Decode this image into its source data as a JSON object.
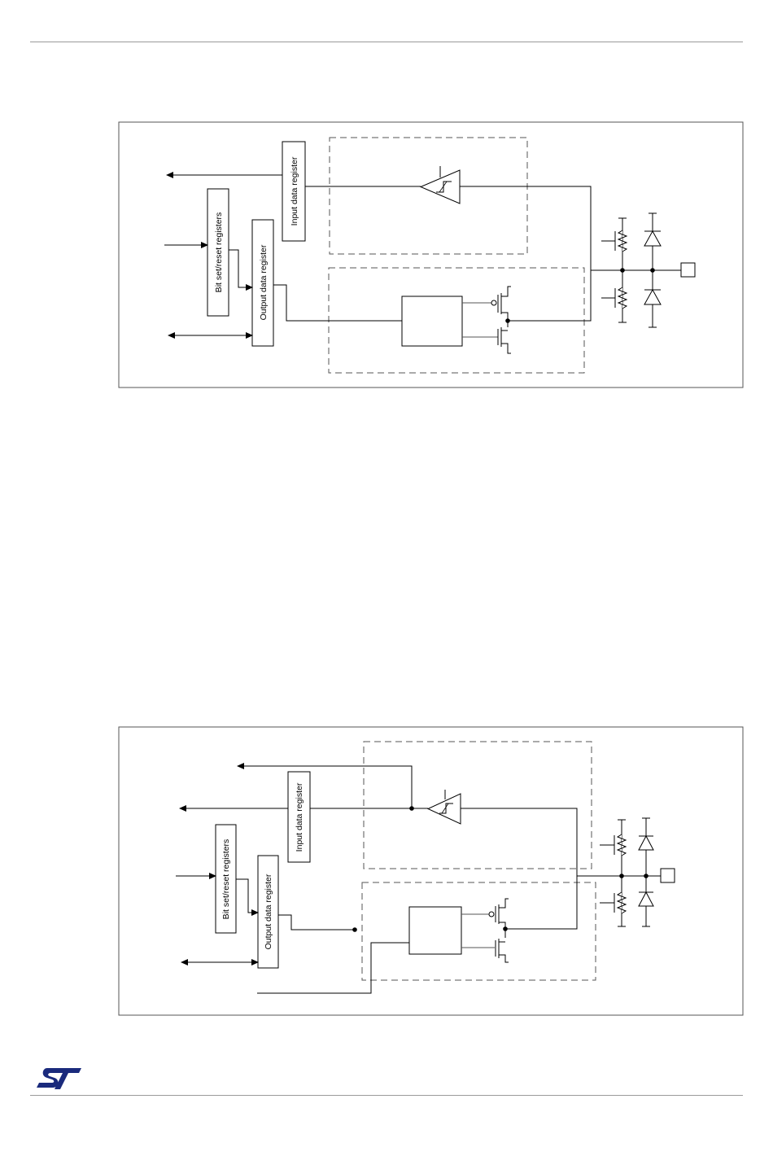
{
  "colors": {
    "rule": "#9a9a9a",
    "frame": "#555555",
    "dash": "#555555",
    "line": "#000000",
    "logo": "#1a2a7c"
  },
  "diagram1": {
    "labels": {
      "input_register": "Input data register",
      "bitset_register": "Bit set/reset registers",
      "output_register": "Output data register"
    }
  },
  "diagram2": {
    "labels": {
      "input_register": "Input data register",
      "bitset_register": "Bit set/reset registers",
      "output_register": "Output data register"
    }
  },
  "footer": {
    "logo_icon": "st-logo-icon"
  }
}
